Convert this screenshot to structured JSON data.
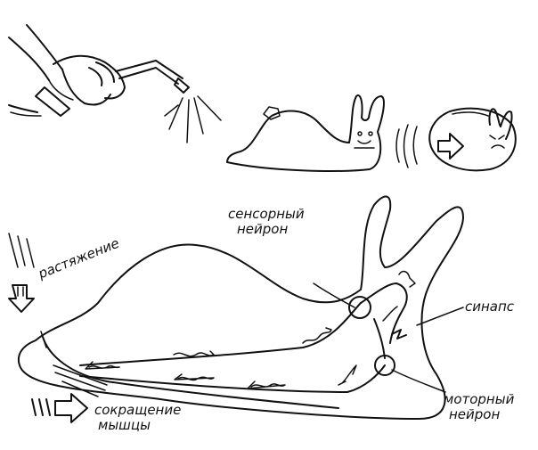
{
  "labels": {
    "sensory_neuron": [
      "сенсорный",
      "нейрон"
    ],
    "synapse": "синапс",
    "motor_neuron": [
      "моторный",
      "нейрон"
    ],
    "stretch": "растяжение",
    "muscle_contraction": [
      "сокращение",
      "мышцы"
    ]
  },
  "colors": {
    "ink": "#111111",
    "paper": "#ffffff"
  }
}
